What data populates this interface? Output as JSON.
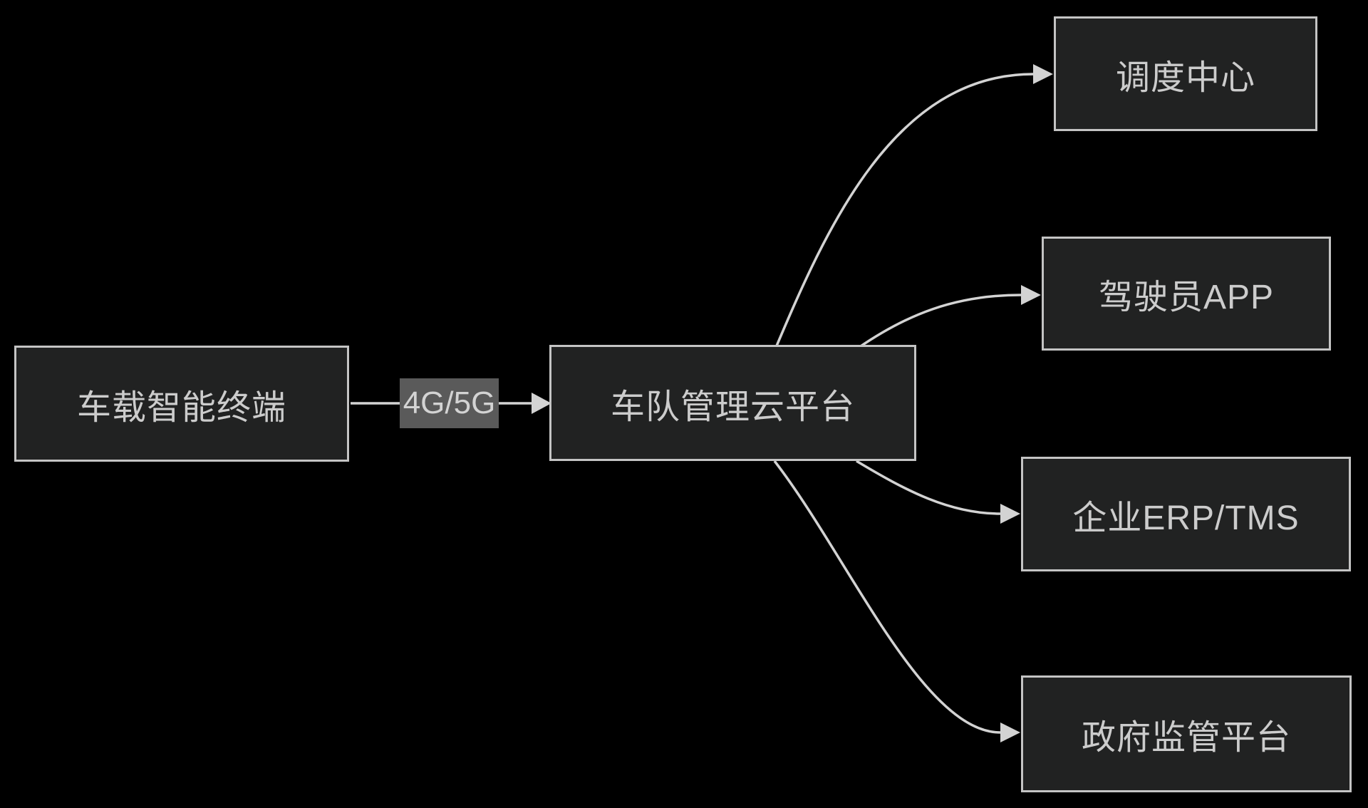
{
  "colors": {
    "background": "#000000",
    "node_fill": "#212222",
    "node_border": "#c4c4c4",
    "node_text": "#cccccc",
    "edge_line": "#d3d3d3",
    "edge_label_bg": "#5a5a5a",
    "edge_label_text": "#d3d3d3"
  },
  "diagram": {
    "nodes": {
      "terminal": {
        "label": "车载智能终端"
      },
      "platform": {
        "label": "车队管理云平台"
      },
      "dispatch": {
        "label": "调度中心"
      },
      "driver_app": {
        "label": "驾驶员APP"
      },
      "erp_tms": {
        "label": "企业ERP/TMS"
      },
      "gov": {
        "label": "政府监管平台"
      }
    },
    "edge_label": "4G/5G",
    "edges": [
      {
        "from": "车载智能终端",
        "to": "车队管理云平台",
        "label": "4G/5G"
      },
      {
        "from": "车队管理云平台",
        "to": "调度中心"
      },
      {
        "from": "车队管理云平台",
        "to": "驾驶员APP"
      },
      {
        "from": "车队管理云平台",
        "to": "企业ERP/TMS"
      },
      {
        "from": "车队管理云平台",
        "to": "政府监管平台"
      }
    ]
  }
}
